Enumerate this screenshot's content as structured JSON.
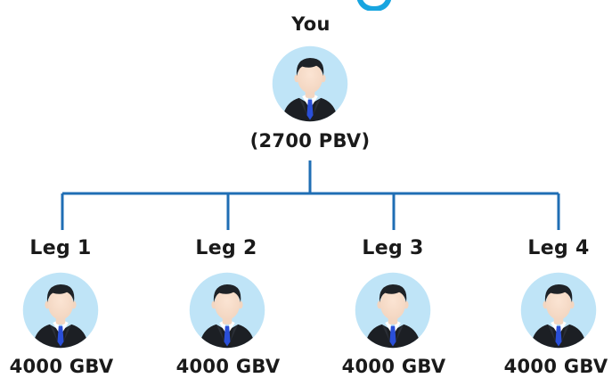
{
  "root": {
    "title": "You",
    "volume": "(2700 PBV)"
  },
  "legs": [
    {
      "name": "Leg 1",
      "volume": "4000 GBV"
    },
    {
      "name": "Leg 2",
      "volume": "4000 GBV"
    },
    {
      "name": "Leg 3",
      "volume": "4000 GBV"
    },
    {
      "name": "Leg 4",
      "volume": "4000 GBV"
    }
  ],
  "colors": {
    "connector": "#1f6eb4",
    "avatar_bg": "#bfe4f7",
    "suit": "#1c1f24",
    "tie": "#2a4fd8",
    "skin": "#f3d6c1",
    "hair": "#1e2227",
    "accent": "#18a5e0"
  }
}
